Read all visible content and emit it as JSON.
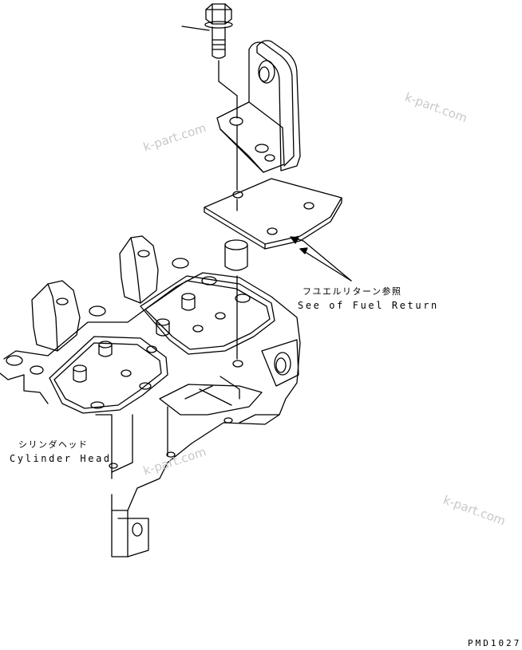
{
  "callouts": {
    "fuel_return_jp": "フユエルリターン参照",
    "fuel_return_en": "See of Fuel Return",
    "cylinder_head_jp": "シリンダヘッド",
    "cylinder_head_en": "Cylinder Head"
  },
  "watermarks": [
    "k-part.com",
    "k-part.com",
    "k-part.com",
    "k-part.com"
  ],
  "figure_code": "PMD1027",
  "colors": {
    "line": "#000000",
    "watermark": "#c8c8c8"
  }
}
